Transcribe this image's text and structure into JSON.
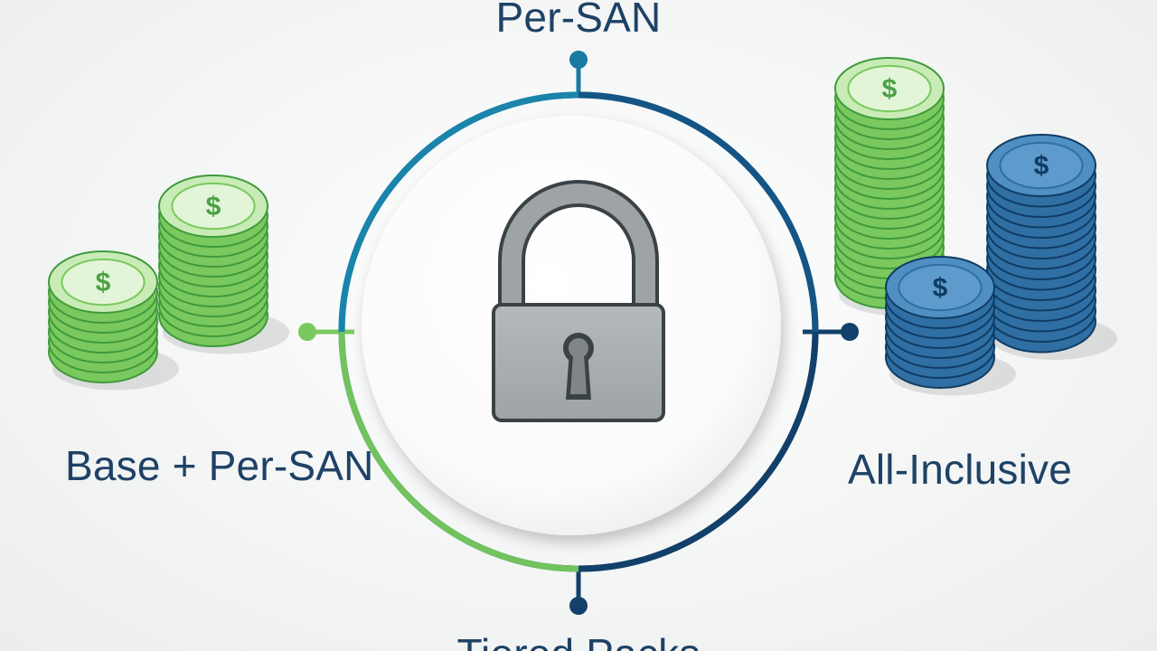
{
  "labels": {
    "top": "Per-SAN",
    "left": "Base + Per-SAN",
    "right": "All-Inclusive",
    "bottom": "Tiered Packs"
  },
  "icons": {
    "center": "padlock-icon",
    "coin_symbol": "$"
  },
  "colors": {
    "green": "#7ac95e",
    "green_dark": "#3f9a3c",
    "blue": "#2f6fa3",
    "blue_dark": "#0f3c64",
    "teal": "#1a7aa1",
    "navy": "#12406a",
    "text": "#1e4266",
    "lock_body": "#a9aeb1",
    "lock_outline": "#3b4245"
  }
}
